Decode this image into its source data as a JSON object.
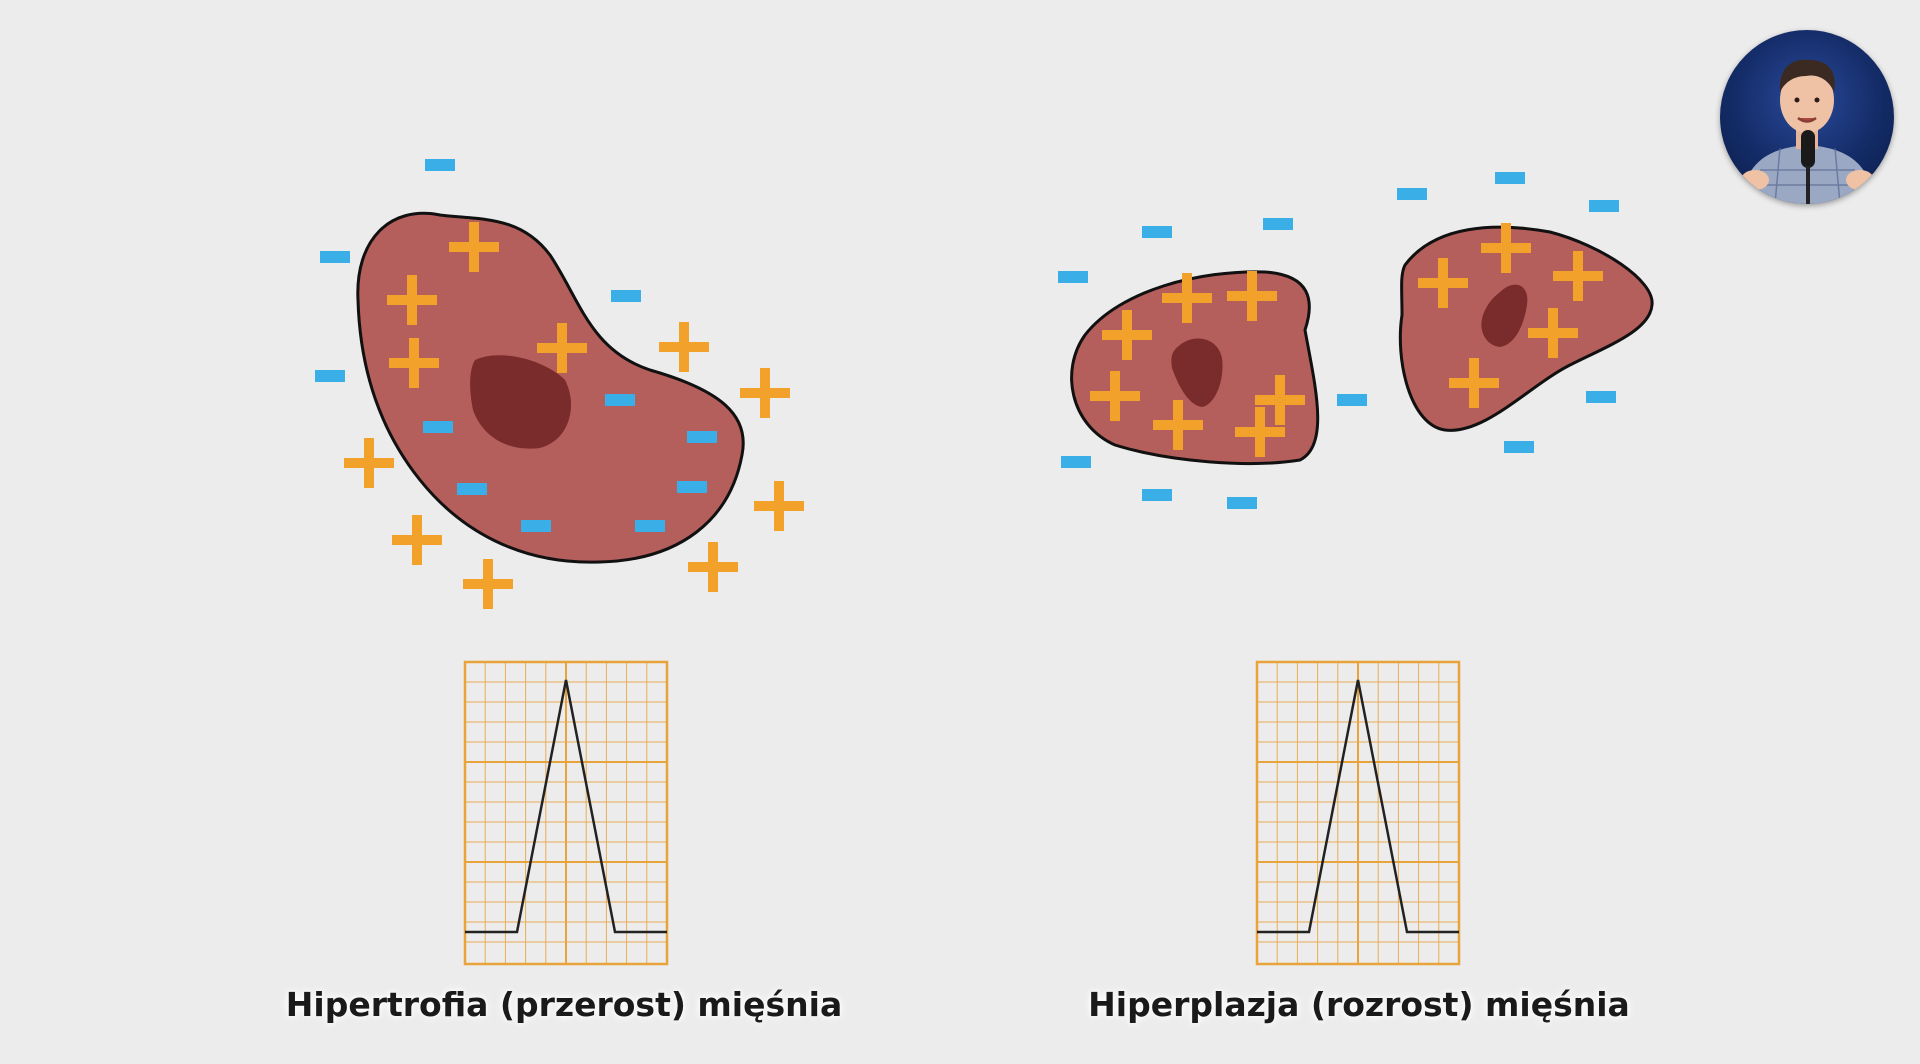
{
  "captions": {
    "left": "Hipertrofia (przerost) mięśnia",
    "right": "Hiperplazja (rozrost) mięśnia"
  },
  "colors": {
    "background": "#ececec",
    "cell_fill": "#b45f5c",
    "nucleus_fill": "#7a2b2b",
    "plus_charge": "#f2a12b",
    "minus_charge": "#3aaee6",
    "ecg_grid": "#e8a33a",
    "ecg_trace": "#222222"
  },
  "icons": {
    "positive_charge": "plus-sign",
    "negative_charge": "minus-bar"
  },
  "presenter": {
    "icon": "presenter-webcam-avatar"
  }
}
